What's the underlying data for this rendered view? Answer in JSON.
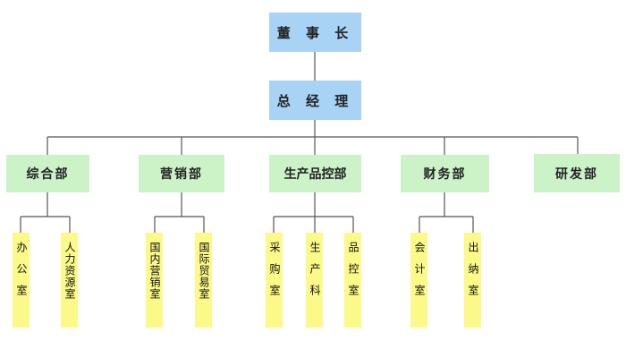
{
  "org": {
    "chairman": "董 事 长",
    "general_manager": "总 经 理",
    "departments": [
      {
        "name": "综合部",
        "rooms": [
          "办公室",
          "人力资源室"
        ]
      },
      {
        "name": "营销部",
        "rooms": [
          "国内营销室",
          "国际贸易室"
        ]
      },
      {
        "name": "生产品控部",
        "rooms": [
          "采购室",
          "生产科",
          "品控室"
        ]
      },
      {
        "name": "财务部",
        "rooms": [
          "会计室",
          "出纳室"
        ]
      },
      {
        "name": "研发部",
        "rooms": []
      }
    ]
  },
  "colors": {
    "top_box": "#a9d3f5",
    "dept_box": "#ccf2c8",
    "room_box": "#fbf987",
    "line": "#555555"
  }
}
